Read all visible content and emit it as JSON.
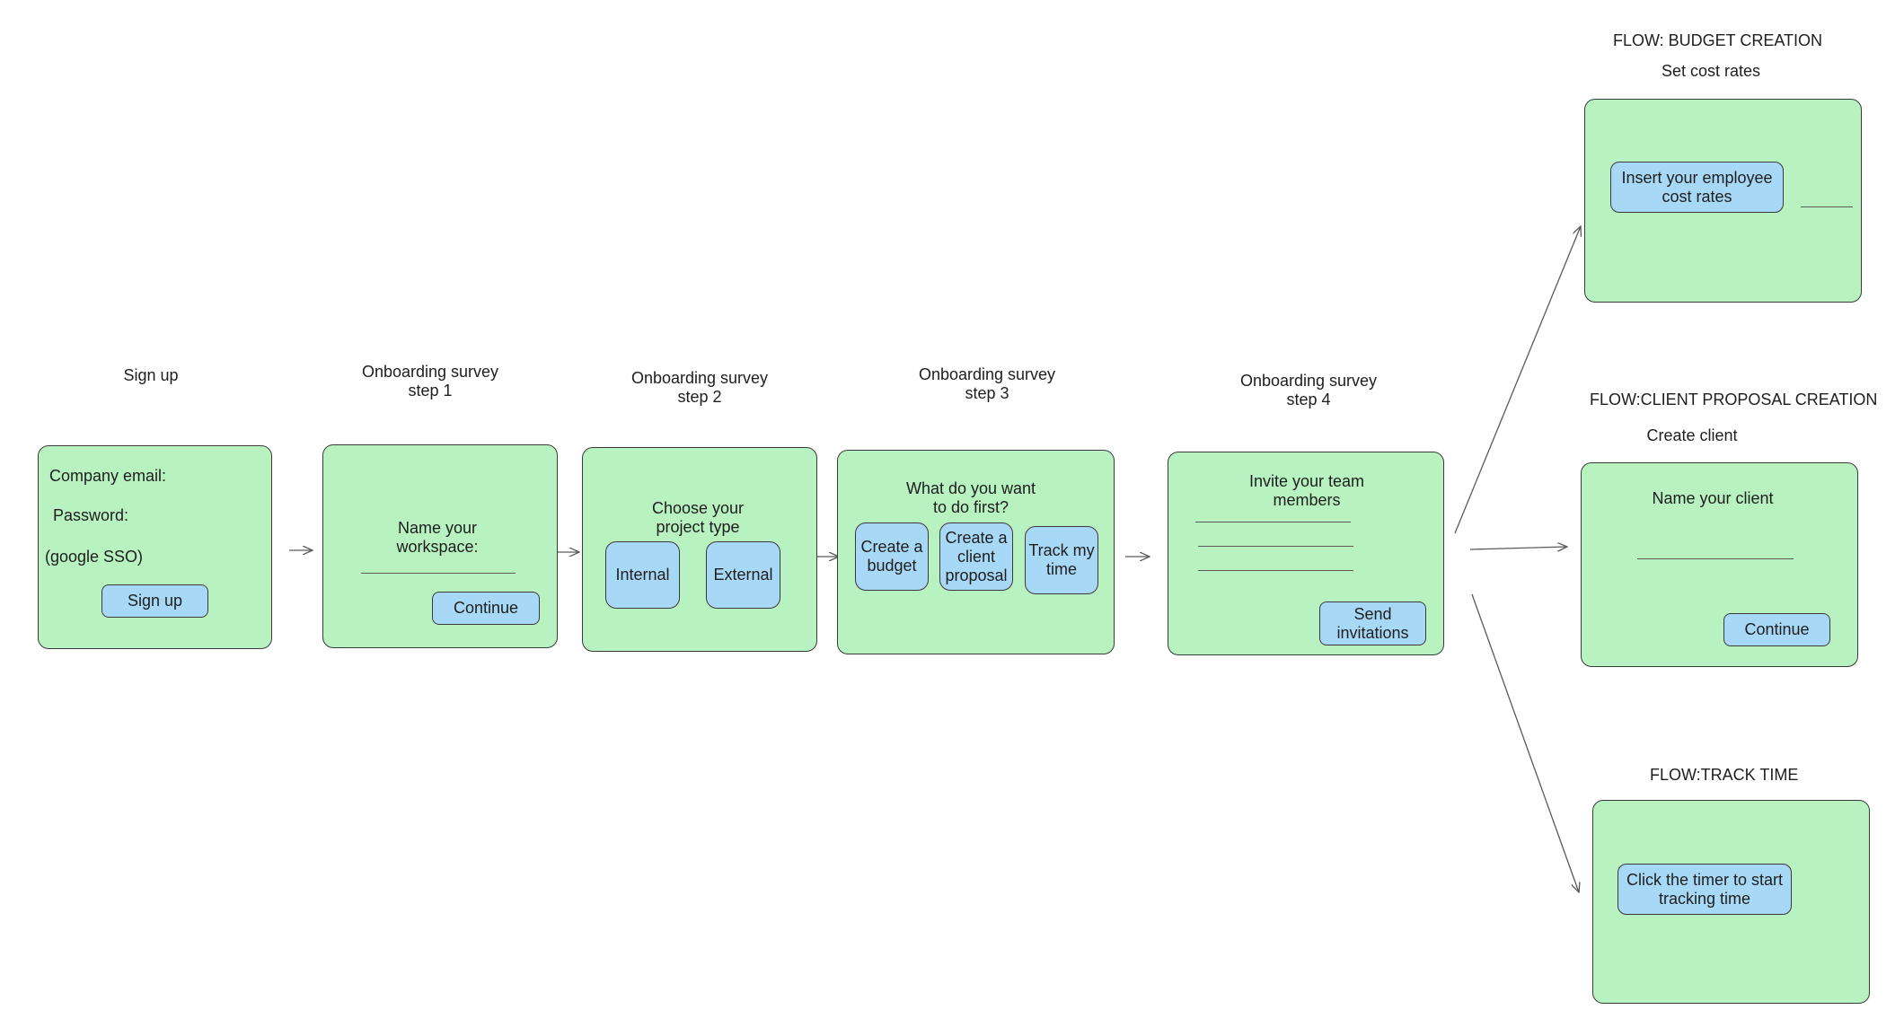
{
  "captions": {
    "signup": "Sign up",
    "step1": "Onboarding survey\nstep 1",
    "step2": "Onboarding survey\nstep 2",
    "step3": "Onboarding survey\nstep 3",
    "step4": "Onboarding survey\nstep 4"
  },
  "signup": {
    "email_label": "Company email:",
    "password_label": "Password:",
    "sso_label": "(google SSO)",
    "button": "Sign up"
  },
  "step1": {
    "prompt": "Name your workspace:",
    "button": "Continue"
  },
  "step2": {
    "prompt": "Choose your project type",
    "options": [
      "Internal",
      "External"
    ]
  },
  "step3": {
    "prompt": "What do you want to do first?",
    "options": [
      "Create a\nbudget",
      "Create a\nclient\nproposal",
      "Track my\ntime"
    ]
  },
  "step4": {
    "prompt": "Invite your team members",
    "button": "Send\ninvitations"
  },
  "budget_flow": {
    "title": "FLOW: BUDGET CREATION",
    "subtitle": "Set cost rates",
    "callout": "Insert your employee\ncost rates"
  },
  "proposal_flow": {
    "title": "FLOW:CLIENT PROPOSAL CREATION",
    "subtitle": "Create client",
    "prompt": "Name your client",
    "button": "Continue"
  },
  "time_flow": {
    "title": "FLOW:TRACK TIME",
    "callout": "Click the timer to start\ntracking time"
  },
  "colors": {
    "card_fill": "#b7f2c0",
    "button_fill": "#a7d9f7",
    "stroke": "#3a3a3a"
  }
}
